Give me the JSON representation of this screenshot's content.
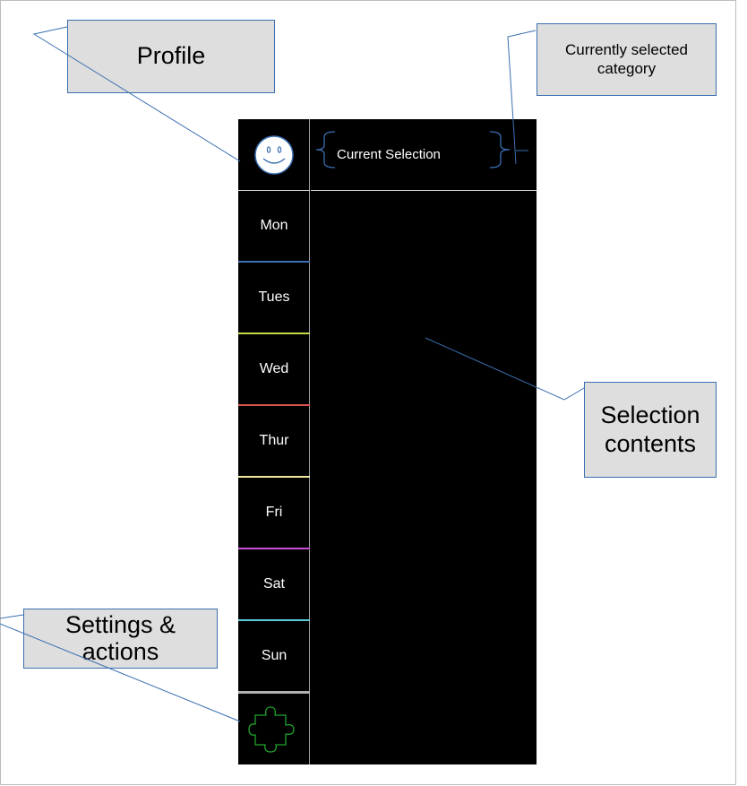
{
  "callouts": {
    "profile": "Profile",
    "category": "Currently selected category",
    "contents": "Selection contents",
    "settings": "Settings & actions"
  },
  "header": {
    "title": "Current Selection"
  },
  "days": [
    {
      "label": "Mon",
      "color": "#3b6fb1"
    },
    {
      "label": "Tues",
      "color": "#c8d84a"
    },
    {
      "label": "Wed",
      "color": "#d9534f"
    },
    {
      "label": "Thur",
      "color": "#f0e8a0"
    },
    {
      "label": "Fri",
      "color": "#c94fd6"
    },
    {
      "label": "Sat",
      "color": "#5fc8d8"
    },
    {
      "label": "Sun",
      "color": "#b0b0b0"
    }
  ],
  "icons": {
    "profile": "smiley-face-icon",
    "settings": "puzzle-piece-icon"
  },
  "colors": {
    "callout_fill": "#dedede",
    "callout_border": "#3b6fb1",
    "app_background": "#000000",
    "puzzle_stroke": "#1fa32e"
  }
}
